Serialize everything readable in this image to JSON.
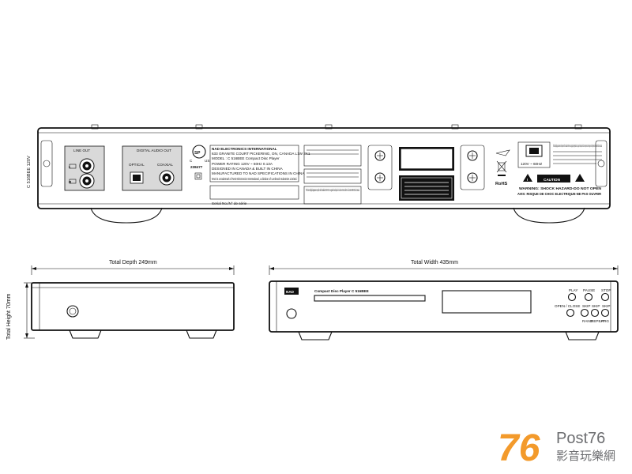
{
  "rear_panel": {
    "side_label": "C 516BEE 120V",
    "line_out": {
      "title": "LINE OUT",
      "left": "L",
      "right": "R"
    },
    "digital_audio_out": {
      "title": "DIGITAL AUDIO OUT",
      "optical": "OPTICAL",
      "coaxial": "COAXIAL"
    },
    "cert": {
      "csa_mark": "SP",
      "c": "C",
      "us": "US",
      "number": "238477"
    },
    "rating_label": {
      "line1": "NAD ELECTRONICS INTERNATIONAL",
      "line2": "633 GRANITE COURT PICKERING, ON, CANADA L1W 3K1",
      "model": "MODEL : C 516BEE Compact Disc Player",
      "power": "POWER RATING 120V ~ 60Hz 0.13A",
      "line5": "DESIGNED IN CANADA & BUILT IN CHINA",
      "line6": "MANUFACTURED TO NAD SPECIFICATIONS IN CHINA",
      "trademark": "NAD is a trademark of NAD Electronics International, a division of Lenbrook Industries Limited.",
      "serial": "Serial No./N° de série"
    },
    "fcc_text": "This Class B digital apparatus complies with Canadian ICES-003. Cet appareil numérique de la classe B est conforme à la norme NMB-003 du Canada.",
    "voltage": "120V ~ 60HZ",
    "class_b_text": "This Class B digital apparatus meets all requirements of the Canadian Interference-Causing Equipment Regulations. Cet appareil numérique de la Classe B respecte toutes les exigences du Règlement sur le matériel brouilleur du Canada.",
    "caution": {
      "title": "CAUTION",
      "warning": "WARNING: SHOCK HAZARD-DO NOT OPEN",
      "avis": "AVIS: RISQUE DE CHOC ELECTRIQUE-NE PAS OUVRIR"
    },
    "rohs": "RoHS"
  },
  "side_view": {
    "depth_label": "Total Depth 249mm",
    "height_label": "Total Height 70mm"
  },
  "front_view": {
    "width_label": "Total Width 435mm",
    "logo": "NAD",
    "model_text": "Compact Disc Player C 516BEE",
    "buttons_top": [
      "PLAY",
      "PAUSE",
      "STOP"
    ],
    "buttons_bottom": [
      "OPEN / CLOSE",
      "SKIP",
      "SKIP",
      "SKIP"
    ],
    "buttons_bottom_sub": [
      "",
      "RAND",
      "REPEAT",
      "PRG"
    ]
  },
  "watermark": {
    "number": "76",
    "brand": "Post76",
    "chinese": "影音玩樂網"
  },
  "colors": {
    "line": "#111111",
    "panel_gray": "#d9d9d9",
    "logo_orange": "#f39a2b",
    "logo_gray": "#6d6e71"
  }
}
